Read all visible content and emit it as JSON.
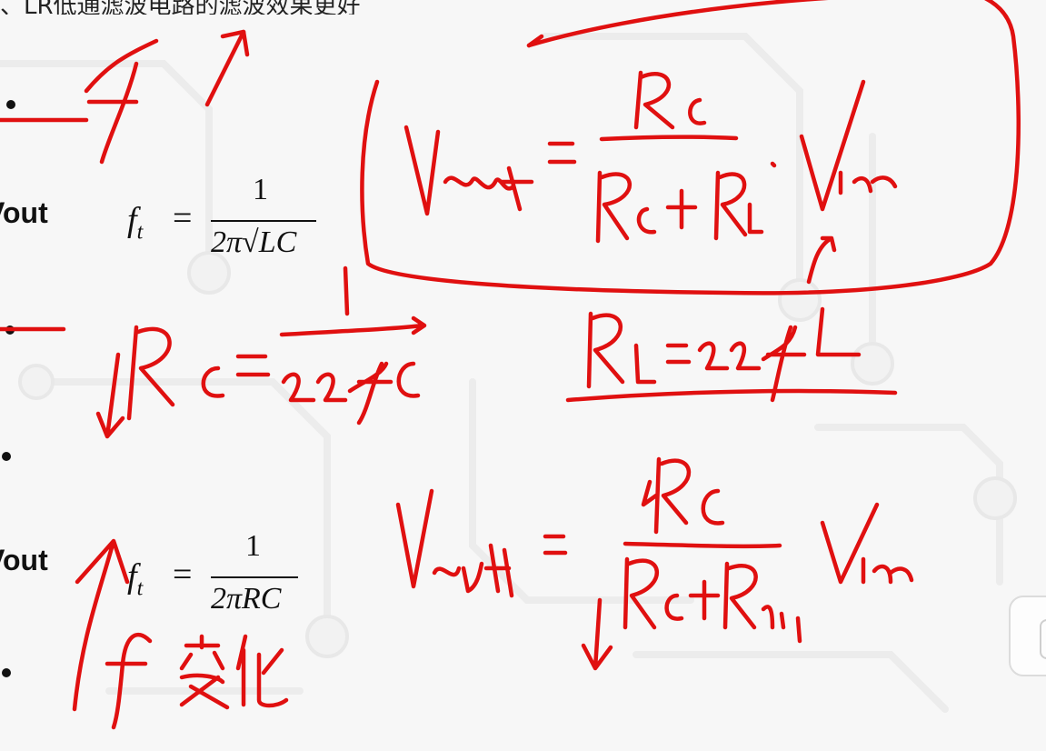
{
  "slide": {
    "title_fragment": "、LR低通滤波电路的滤波效果更好",
    "vout_label_1": "Vout",
    "vout_label_2": "Vout",
    "formula_lc": {
      "lhs": "f",
      "sub": "t",
      "eq": "=",
      "num": "1",
      "den": "2π√LC"
    },
    "formula_rc": {
      "lhs": "f",
      "sub": "t",
      "eq": "=",
      "num": "1",
      "den": "2πRC"
    }
  },
  "annotations": {
    "ink_color": "#e01010",
    "handwritten_notes": [
      "f↗",
      "Vout = Rc/(Rc+RL)·Vin",
      "Rc = 1/(2πfC)",
      "RL = 2πfL",
      "Vout = Rc/(Rc+Rr)·Vin",
      "f变化"
    ]
  }
}
